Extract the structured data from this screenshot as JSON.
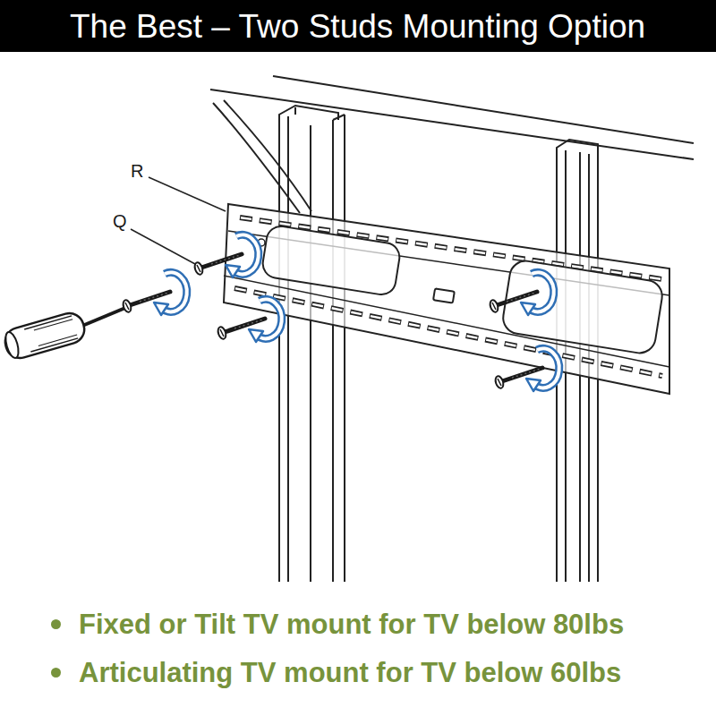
{
  "diagram": {
    "title": "The Best – Two Studs Mounting Option",
    "labels": [
      "R",
      "Q",
      "Fixed or Tilt TV mount for TV below 80lbs",
      "Articulating TV mount for TV below 60lbs"
    ]
  }
}
